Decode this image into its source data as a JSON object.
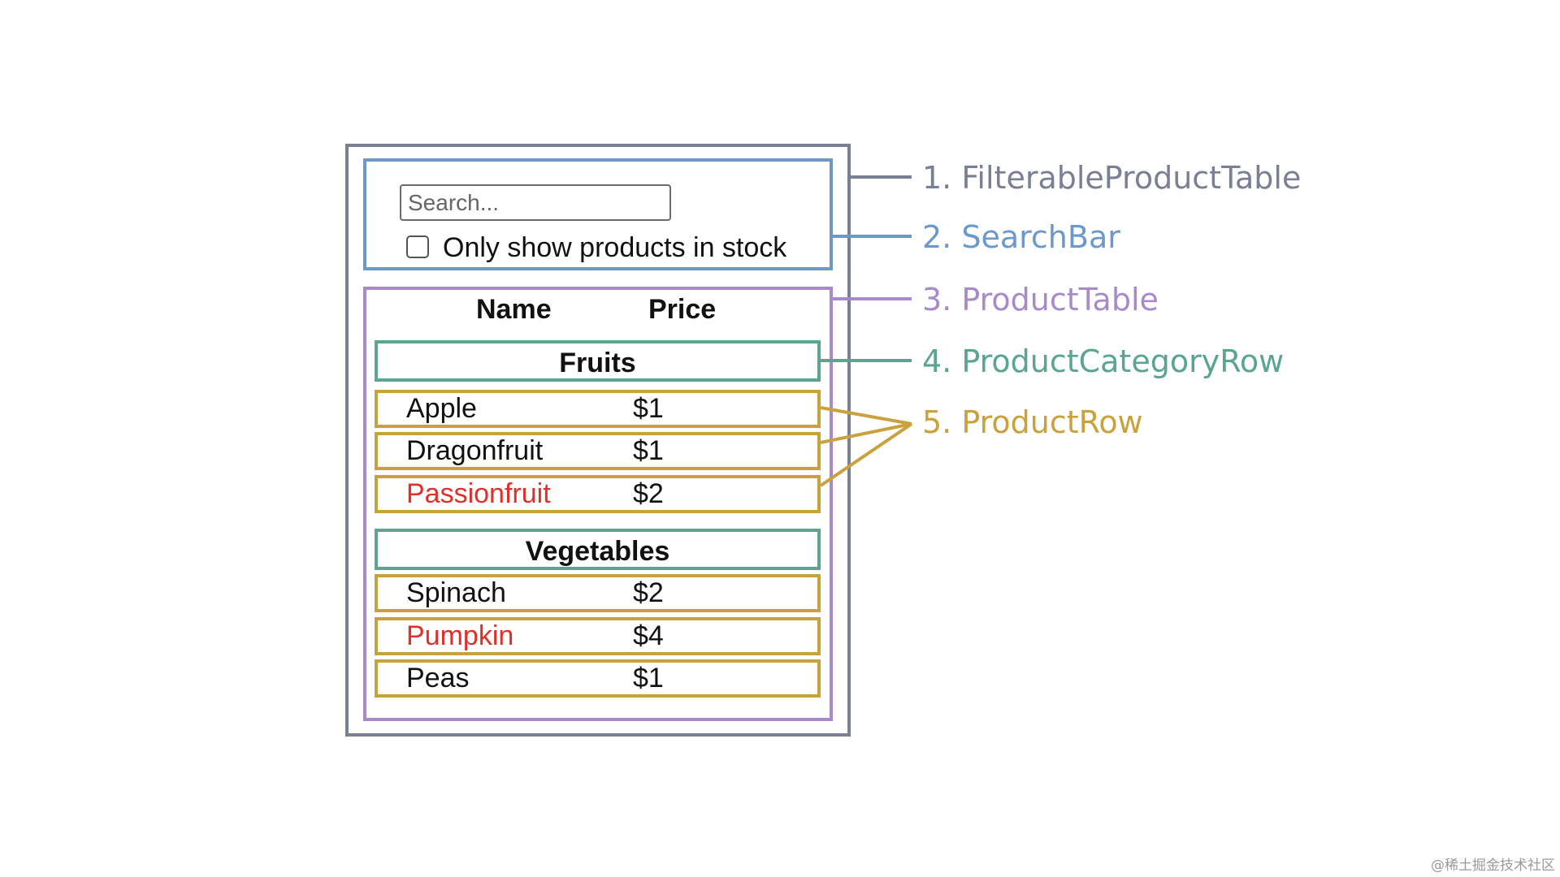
{
  "search": {
    "placeholder": "Search..."
  },
  "checkbox_label": "Only show products in stock",
  "table_headers": {
    "name": "Name",
    "price": "Price"
  },
  "categories": [
    {
      "label": "Fruits",
      "rows": [
        {
          "name": "Apple",
          "price": "$1",
          "in_stock": true
        },
        {
          "name": "Dragonfruit",
          "price": "$1",
          "in_stock": true
        },
        {
          "name": "Passionfruit",
          "price": "$2",
          "in_stock": false
        }
      ]
    },
    {
      "label": "Vegetables",
      "rows": [
        {
          "name": "Spinach",
          "price": "$2",
          "in_stock": true
        },
        {
          "name": "Pumpkin",
          "price": "$4",
          "in_stock": false
        },
        {
          "name": "Peas",
          "price": "$1",
          "in_stock": true
        }
      ]
    }
  ],
  "callouts": [
    {
      "label": "1. FilterableProductTable",
      "color": "#7a8094"
    },
    {
      "label": "2. SearchBar",
      "color": "#6d98c9"
    },
    {
      "label": "3. ProductTable",
      "color": "#a98ac9"
    },
    {
      "label": "4. ProductCategoryRow",
      "color": "#59a592"
    },
    {
      "label": "5. ProductRow",
      "color": "#c9a23e"
    }
  ],
  "colors": {
    "out_of_stock": "#e0302a"
  },
  "watermark": "@稀土掘金技术社区"
}
